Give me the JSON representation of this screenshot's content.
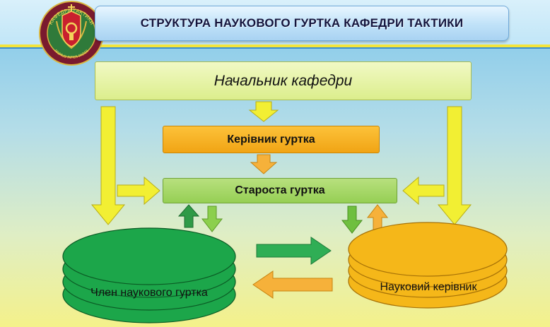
{
  "title": "СТРУКТУРА НАУКОВОГО ГУРТКА КАФЕДРИ ТАКТИКИ",
  "emblem": {
    "top_text": "КАФЕДРА ТАКТИКИ",
    "bottom_text": "PRIMUS INTER PARES"
  },
  "diagram": {
    "head": "Начальник кафедри",
    "leader": "Керівник гуртка",
    "elder": "Староста гуртка",
    "member": "Член наукового гуртка",
    "supervisor": "Науковий керівник"
  },
  "colors": {
    "yellow_arrow": "#f2ef33",
    "orange_arrow": "#f6b13a",
    "green_disc": "#1ca64a",
    "light_green_arrow": "#8ccf4d",
    "dark_green_arrow": "#2f9a47",
    "orange_disc": "#f5b719"
  }
}
